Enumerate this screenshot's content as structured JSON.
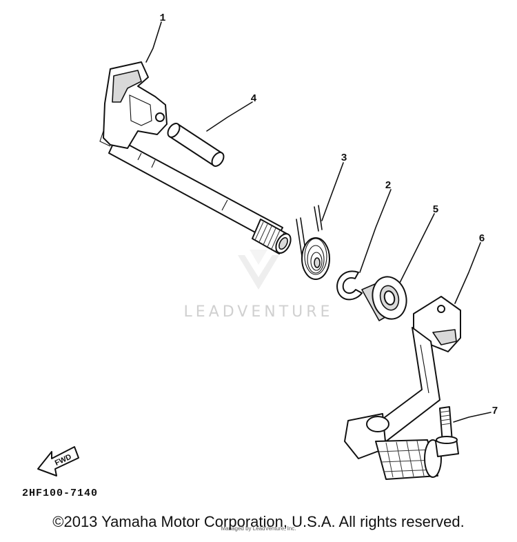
{
  "diagram": {
    "callouts": [
      {
        "id": "1",
        "label": "1"
      },
      {
        "id": "2",
        "label": "2"
      },
      {
        "id": "3",
        "label": "3"
      },
      {
        "id": "4",
        "label": "4"
      },
      {
        "id": "5",
        "label": "5"
      },
      {
        "id": "6",
        "label": "6"
      },
      {
        "id": "7",
        "label": "7"
      }
    ],
    "fwd_arrow_label": "FWD",
    "part_number": "2HF100-7140"
  },
  "watermark": {
    "text": "LEADVENTURE"
  },
  "footer": {
    "copyright": "©2013 Yamaha Motor Corporation, U.S.A. All rights reserved.",
    "credit": "Managed by LeadVenture, Inc."
  },
  "colors": {
    "ink": "#111111",
    "background": "#ffffff",
    "watermark": "#d0d0d0"
  }
}
